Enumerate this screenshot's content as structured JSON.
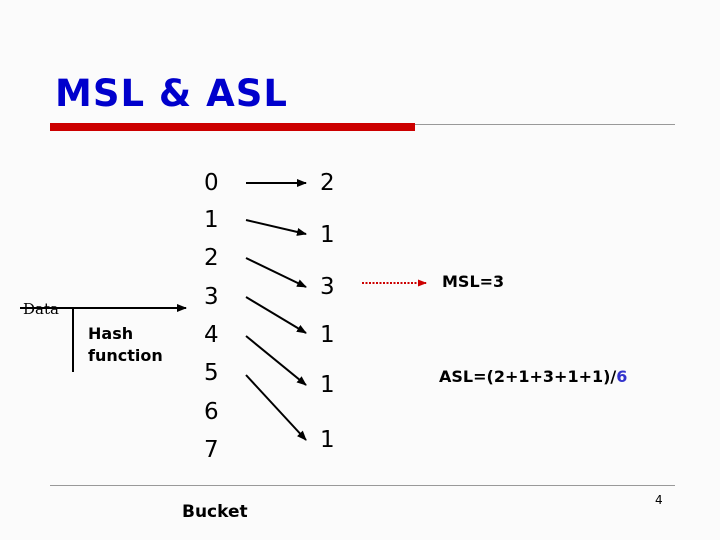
{
  "title": "MSL & ASL",
  "buckets": [
    "0",
    "1",
    "2",
    "3",
    "4",
    "5",
    "6",
    "7"
  ],
  "chains": [
    "2",
    "1",
    "3",
    "1",
    "1",
    "1"
  ],
  "labels": {
    "data": "Data",
    "hash_line1": "Hash",
    "hash_line2": "function",
    "bucket": "Bucket",
    "msl": "MSL=3",
    "asl_prefix": "ASL=(2+1+3+1+1)/",
    "asl_denominator": "6"
  },
  "page_number": "4",
  "colors": {
    "title": "#0000cc",
    "accent_rule": "#cc0000",
    "dotted_arrow": "#cc0000",
    "asl_denominator": "#3333cc"
  }
}
